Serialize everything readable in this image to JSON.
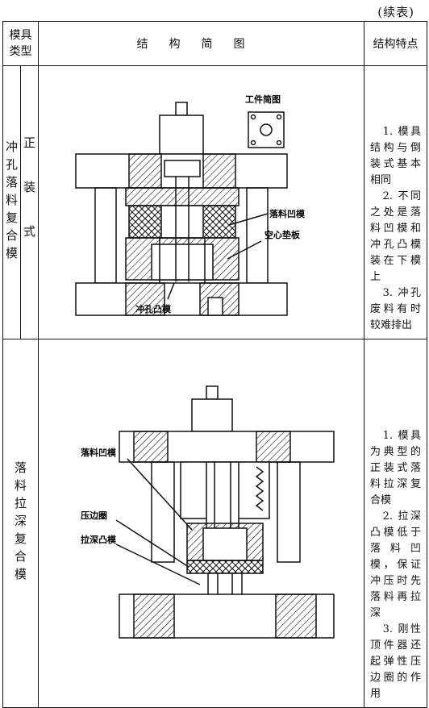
{
  "continuation": "(续表)",
  "header": {
    "type_line1": "模具",
    "type_line2": "类型",
    "diagram": "结构简图",
    "features": "结构特点"
  },
  "rows": [
    {
      "type_main": "冲孔落料复合模",
      "type_sub": "正装式",
      "labels": {
        "workpiece": "工件简图",
        "blanking_die": "落料凹模",
        "hollow_pad": "空心垫板",
        "punch": "冲孔凸模"
      },
      "features": [
        "1. 模具结构与倒装式基本相同",
        "2. 不同之处是落料凹模和冲孔凸模装在下模上",
        "3. 冲孔废料有时较难排出"
      ]
    },
    {
      "type_main": "落料拉深复合模",
      "labels": {
        "blanking_die": "落料凹模",
        "blank_holder": "压边圈",
        "draw_punch": "拉深凸模"
      },
      "features": [
        "1. 模具为典型的正装式落料拉深复合模",
        "2. 拉深凸模低于落料凹模，保证冲压时先落料再拉深",
        "3. 刚性顶件器还起弹性压边圈的作用"
      ]
    }
  ]
}
